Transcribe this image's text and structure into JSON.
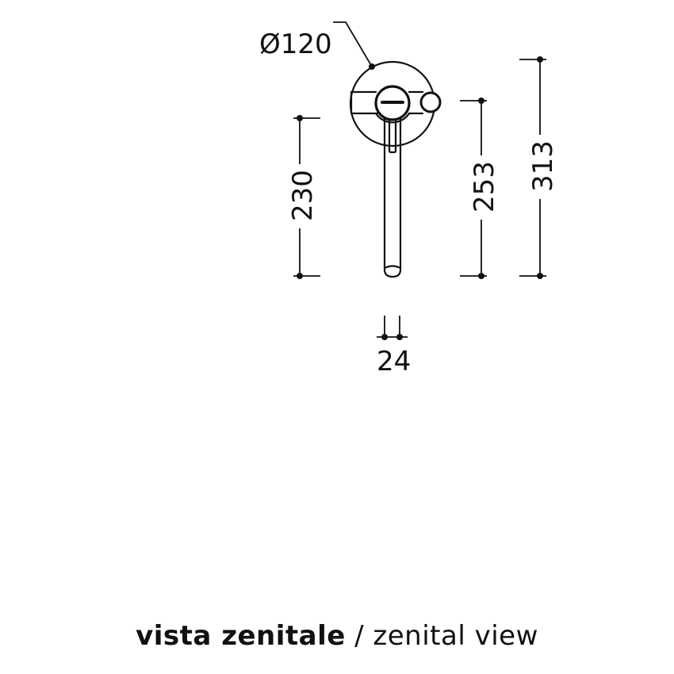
{
  "diagram": {
    "type": "technical-drawing",
    "subject": "wall-mounted mixer with spout, top view",
    "stroke_color": "#111111",
    "background": "#ffffff",
    "dimensions": {
      "diameter": {
        "label": "Ø120",
        "value": 120,
        "symbol": "Ø"
      },
      "spout_length": {
        "label": "230",
        "value": 230
      },
      "mid_length": {
        "label": "253",
        "value": 253
      },
      "total_length": {
        "label": "313",
        "value": 313
      },
      "spout_width": {
        "label": "24",
        "value": 24
      }
    }
  },
  "caption": {
    "primary": "vista zenitale",
    "separator": " / ",
    "secondary": "zenital view"
  }
}
